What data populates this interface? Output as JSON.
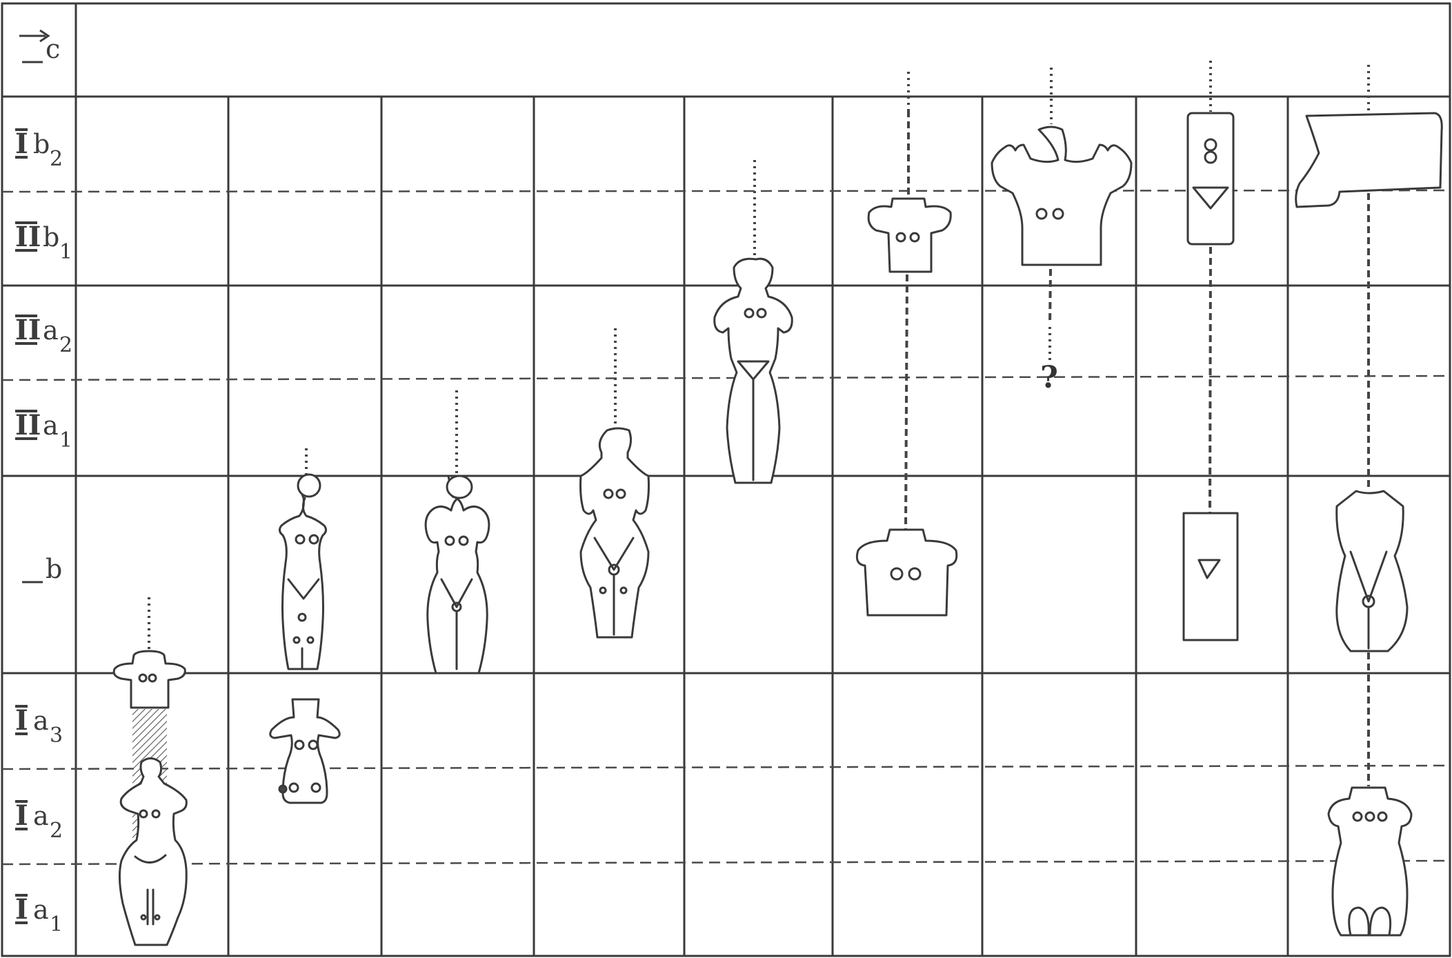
{
  "colors": {
    "ink": "#3c3c3c",
    "hatch": "#6a6a6a",
    "paper": "#ffffff"
  },
  "rows": [
    {
      "id": "row-IIIc",
      "label": {
        "numeral": "",
        "letter": "c",
        "sub": ""
      },
      "arrow": true
    },
    {
      "id": "row-IIIb2",
      "label": {
        "numeral": "I",
        "letter": "b",
        "sub": "2"
      }
    },
    {
      "id": "row-IIIb1",
      "label": {
        "numeral": "II",
        "letter": "b",
        "sub": "1"
      }
    },
    {
      "id": "row-IIa2",
      "label": {
        "numeral": "II",
        "letter": "a",
        "sub": "2"
      }
    },
    {
      "id": "row-IIa1",
      "label": {
        "numeral": "II",
        "letter": "a",
        "sub": "1"
      }
    },
    {
      "id": "row-Ib",
      "label": {
        "numeral": "",
        "letter": "b",
        "sub": ""
      }
    },
    {
      "id": "row-Ia3",
      "label": {
        "numeral": "I",
        "letter": "a",
        "sub": "3"
      }
    },
    {
      "id": "row-Ia2",
      "label": {
        "numeral": "I",
        "letter": "a",
        "sub": "2"
      }
    },
    {
      "id": "row-Ia1",
      "label": {
        "numeral": "I",
        "letter": "a",
        "sub": "1"
      }
    }
  ],
  "question_mark": "?",
  "figurine_columns": [
    {
      "id": "col-1",
      "figurines": [
        "torso-with-shaded-lower-body",
        "stylized-full-figure-hatched"
      ]
    },
    {
      "id": "col-2",
      "figurines": [
        "standing-figure",
        "violin-shaped-figure"
      ]
    },
    {
      "id": "col-3",
      "figurines": [
        "standing-figure-with-arms"
      ]
    },
    {
      "id": "col-4",
      "figurines": [
        "standing-figure-with-arms"
      ]
    },
    {
      "id": "col-5",
      "figurines": [
        "standing-figure-arms-bent"
      ]
    },
    {
      "id": "col-6",
      "figurines": [
        "upper-torso",
        "upper-torso"
      ]
    },
    {
      "id": "col-7",
      "figurines": [
        "figure-with-raised-arms"
      ]
    },
    {
      "id": "col-8",
      "figurines": [
        "plank-figure",
        "plank-figure"
      ]
    },
    {
      "id": "col-9",
      "figurines": [
        "foot-fragment",
        "torso-fragment",
        "seated-torso"
      ]
    }
  ]
}
